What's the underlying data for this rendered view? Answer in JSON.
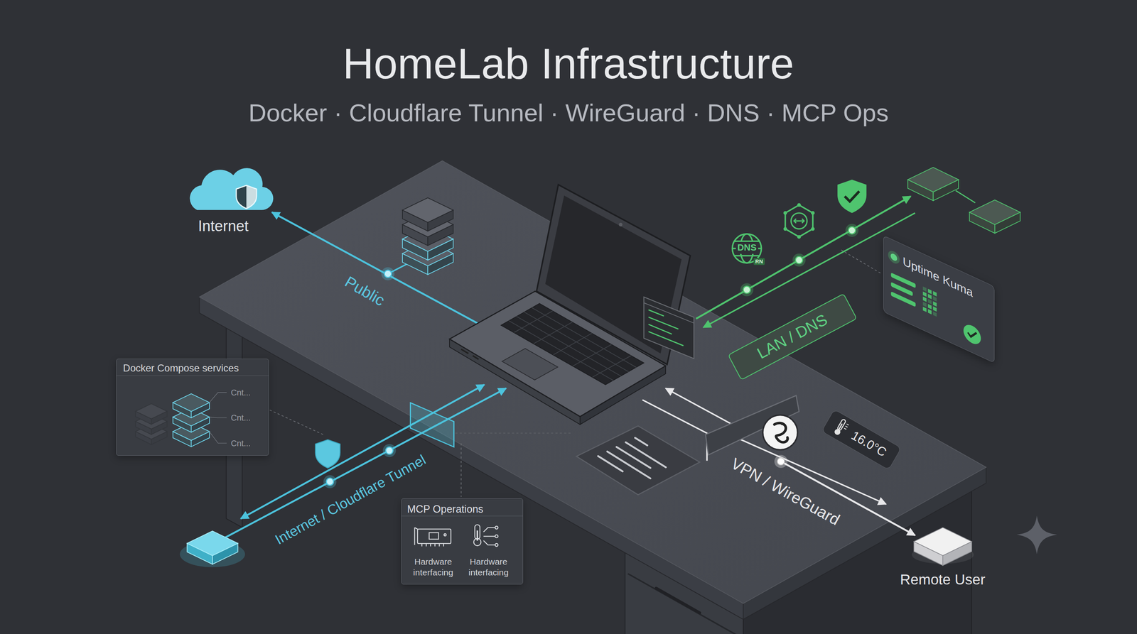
{
  "diagram": {
    "title": "HomeLab Infrastructure",
    "nodes": [
      {
        "text": [
          "Internet"
        ]
      },
      {
        "text": [
          "Uptime Kuma"
        ]
      },
      {
        "text": [
          "LAN / DNS"
        ]
      },
      {
        "text": [
          "Docker Compose services",
          "Cnt...",
          "Cnt...",
          "Cnt..."
        ]
      },
      {
        "text": [
          "16.0°C"
        ]
      },
      {
        "text": [
          "MCP Operations",
          "Hardware interfacing",
          "Hardware interfacing"
        ]
      },
      {
        "text": [
          "Remote User"
        ]
      }
    ],
    "labels": [
      "Docker · Cloudflare Tunnel · WireGuard · DNS · MCP Ops",
      "Public",
      "DNS",
      "RN",
      "Internet / Cloudflare Tunnel",
      "VPN / WireGuard"
    ]
  }
}
